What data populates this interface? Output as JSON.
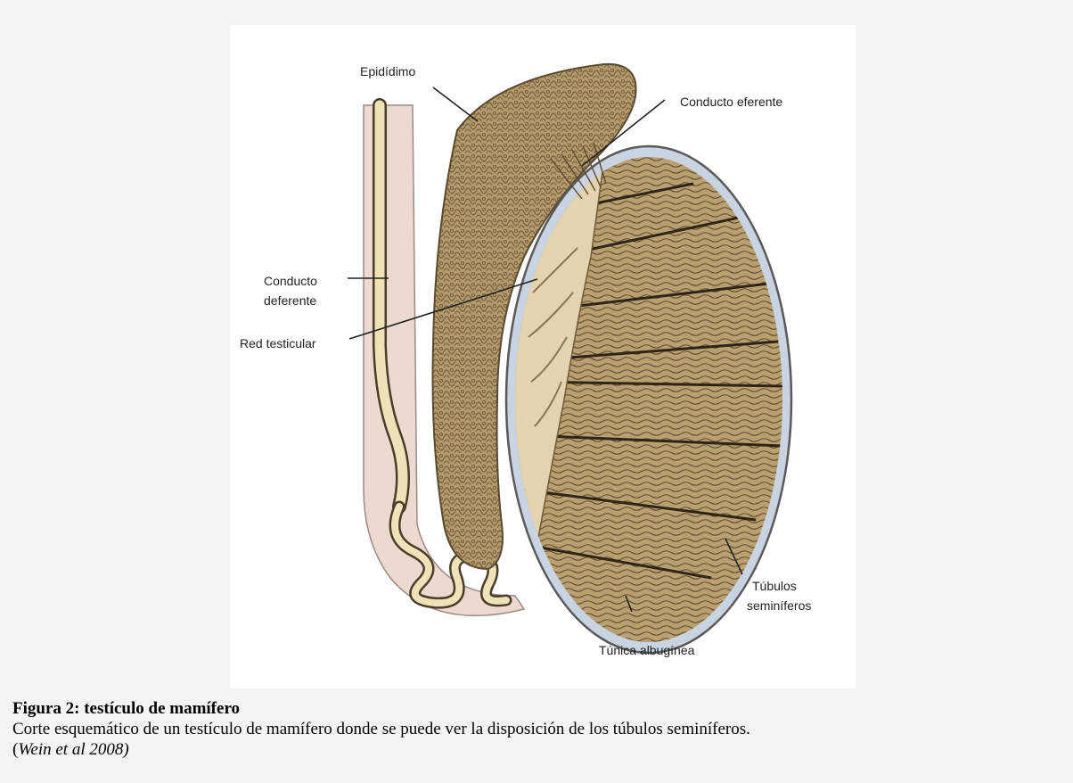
{
  "figure": {
    "labels": {
      "epididimo": "Epidídimo",
      "conducto_eferente": "Conducto eferente",
      "conducto_deferente_1": "Conducto",
      "conducto_deferente_2": "deferente",
      "red_testicular": "Red testicular",
      "tubulos_1": "Túbulos",
      "tubulos_2": "seminíferos",
      "tunica": "Túnica albugínea"
    },
    "colors": {
      "page_bg": "#f3f3f3",
      "panel_bg": "#ffffff",
      "tissue": "#b39a6a",
      "tissue_dark": "#7a6440",
      "tissue_light": "#e3d3ae",
      "tunica": "#c9d3e2",
      "duct": "#f0e2b8",
      "skin": "#ecd9d0"
    }
  },
  "caption": {
    "title": "Figura 2: testículo de mamífero",
    "description": "Corte esquemático de un testículo de mamífero donde se puede ver la disposición de los túbulos seminíferos.",
    "cite_open": "(",
    "cite": "Wein et al 2008)"
  }
}
